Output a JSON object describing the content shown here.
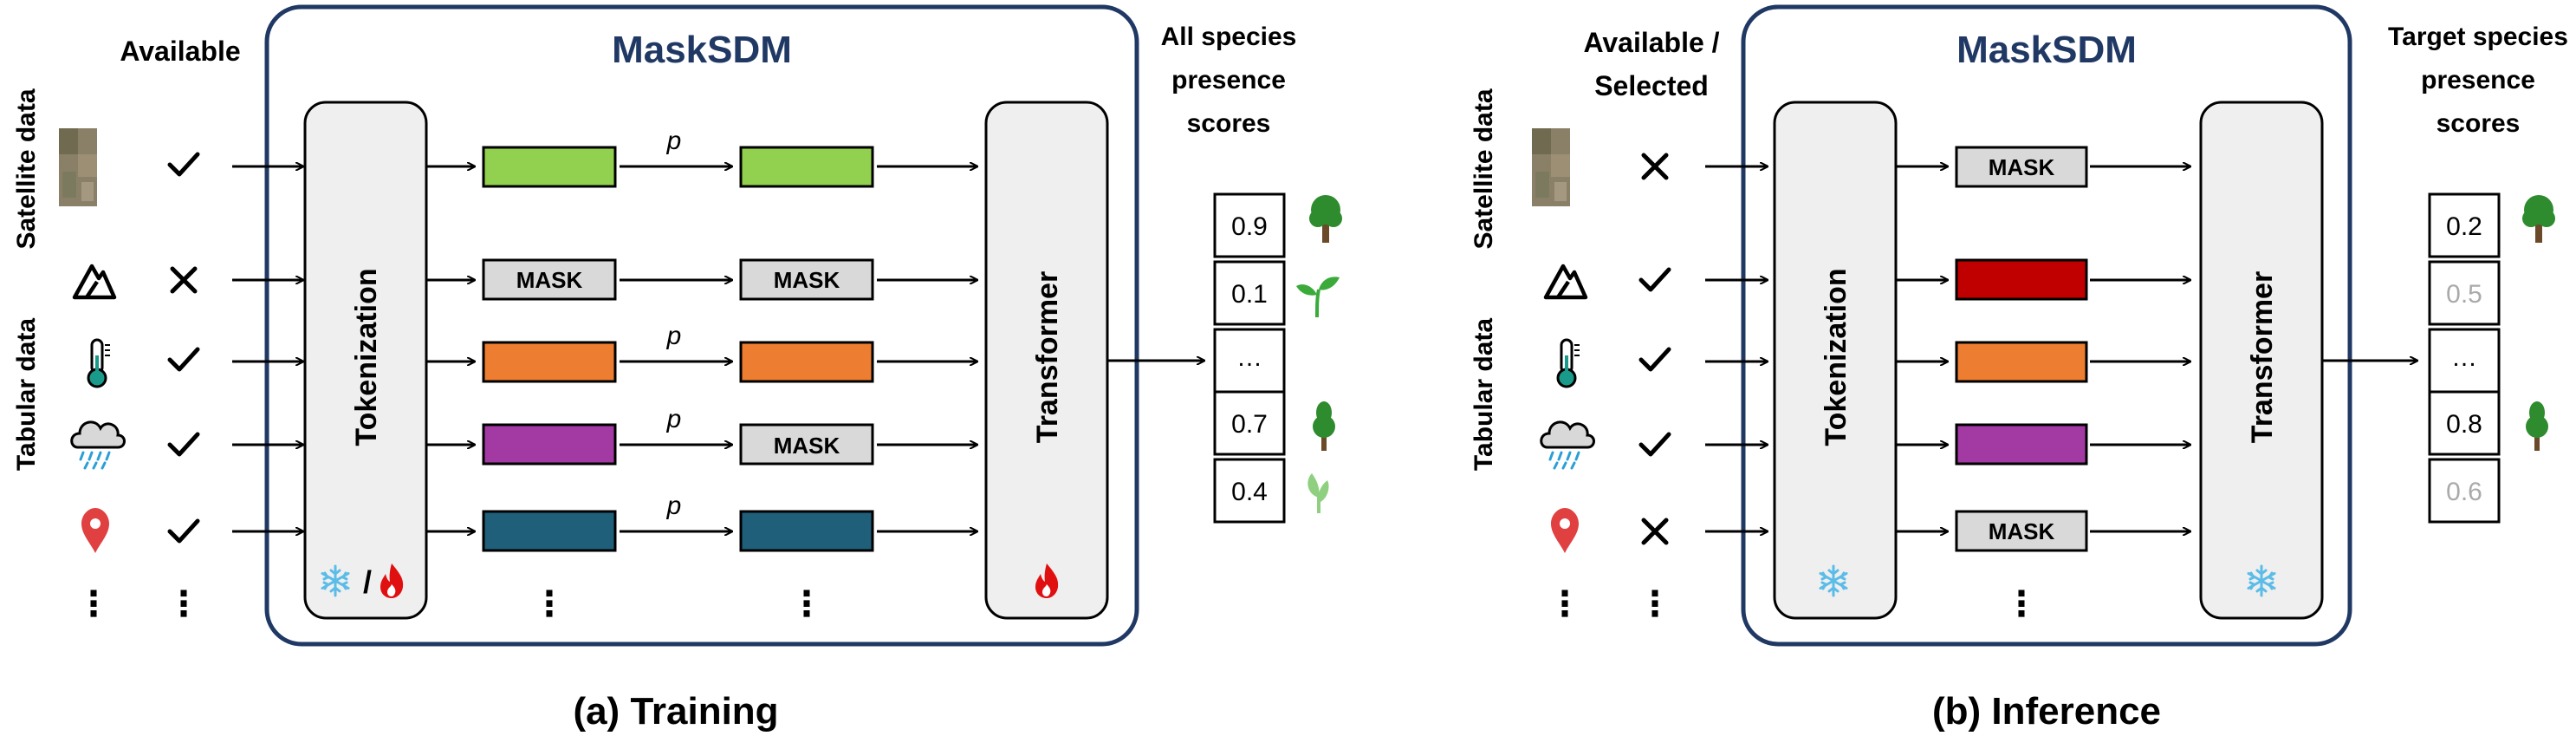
{
  "colors": {
    "frame": "#203864",
    "module_fill": "#efefef",
    "green": "#92d050",
    "mask": "#d9d9d9",
    "orange": "#ed7d31",
    "purple": "#a33aa3",
    "blue": "#1f5f7a",
    "red": "#c00000",
    "tree": "#2e8b2e",
    "light_green": "#7fcf6f",
    "snow": "#5bbce8",
    "fire": "#e01010"
  },
  "training": {
    "title": "MaskSDM",
    "available_header": "Available",
    "output_header_line1": "All species",
    "output_header_line2": "presence",
    "output_header_line3": "scores",
    "tokenization_label": "Tokenization",
    "transformer_label": "Transformer",
    "mask_label": "MASK",
    "p_label": "p",
    "slash": "/",
    "scores": [
      "0.9",
      "0.1",
      "…",
      "0.7",
      "0.4"
    ],
    "caption": "(a) Training",
    "checks": [
      "check",
      "cross",
      "check",
      "check",
      "check"
    ]
  },
  "inference": {
    "title": "MaskSDM",
    "available_header_line1": "Available /",
    "available_header_line2": "Selected",
    "output_header_line1": "Target species",
    "output_header_line2": "presence",
    "output_header_line3": "scores",
    "tokenization_label": "Tokenization",
    "transformer_label": "Transformer",
    "mask_label": "MASK",
    "scores": [
      "0.2",
      "0.5",
      "…",
      "0.8",
      "0.6"
    ],
    "caption": "(b) Inference",
    "checks": [
      "cross",
      "check",
      "check",
      "check",
      "cross"
    ]
  },
  "side_labels": {
    "satellite": "Satellite data",
    "tabular": "Tabular data"
  },
  "ellipsis": "⋮",
  "icons": [
    "satellite-image-icon",
    "mountain-icon",
    "thermometer-icon",
    "rain-cloud-icon",
    "location-pin-icon",
    "snowflake-icon",
    "fire-icon",
    "tree-icon",
    "sprout-icon",
    "check-icon",
    "cross-icon"
  ]
}
